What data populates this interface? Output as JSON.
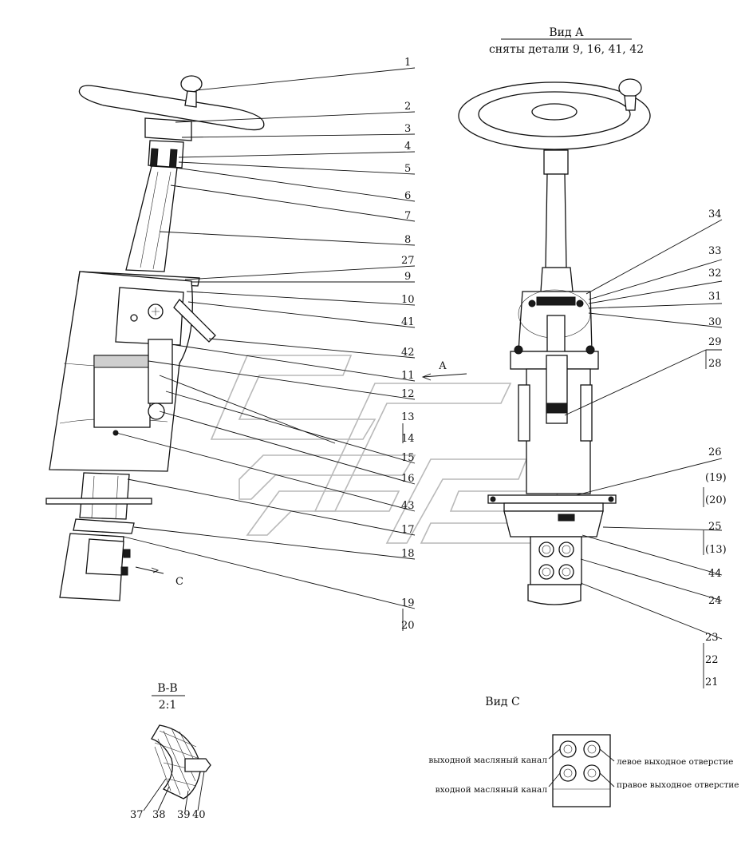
{
  "view_a": {
    "title": "Вид А",
    "subtitle": "сняты детали 9, 16, 41, 42"
  },
  "view_c": {
    "title": "Вид С",
    "labels": {
      "out_oil": "выходной масляный канал",
      "in_oil": "входной масляный канал",
      "left_out": "левое выходное отверстие",
      "right_out": "правое выходное отверстие"
    }
  },
  "section_bb": {
    "title": "В-В",
    "scale": "2:1",
    "parts": [
      "37",
      "38",
      "39",
      "40"
    ]
  },
  "arrows": {
    "a": "А",
    "c": "С"
  },
  "callouts_left": [
    "1",
    "2",
    "3",
    "4",
    "5",
    "6",
    "7",
    "8",
    "27",
    "9",
    "10",
    "41",
    "42",
    "11",
    "12",
    "13",
    "14",
    "15",
    "16",
    "43",
    "17",
    "18",
    "19",
    "20"
  ],
  "callouts_right": [
    "34",
    "33",
    "32",
    "31",
    "30",
    "29",
    "28",
    "26",
    "(19)",
    "(20)",
    "25",
    "(13)",
    "44",
    "24",
    "23",
    "22",
    "21"
  ]
}
